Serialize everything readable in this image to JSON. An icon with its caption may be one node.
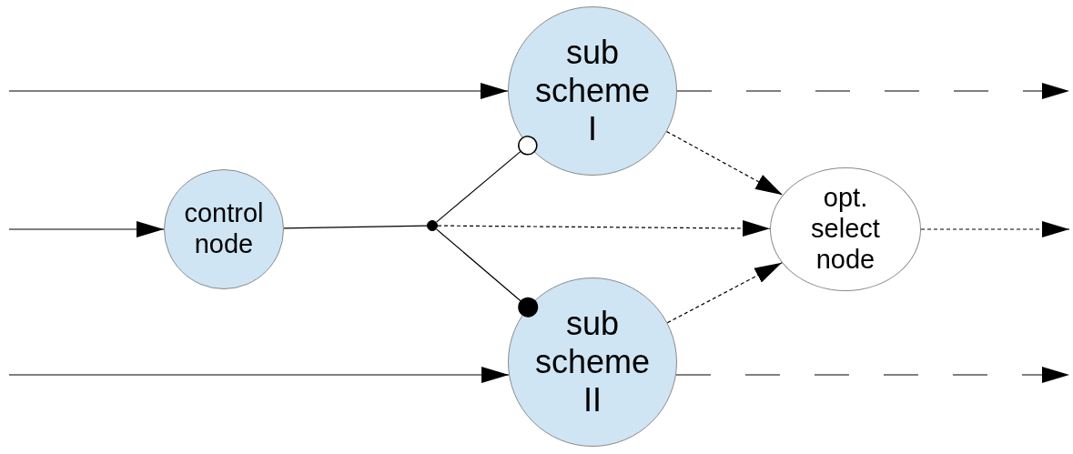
{
  "diagram": {
    "nodes": [
      {
        "text": [
          "sub scheme I"
        ]
      },
      {
        "text": [
          "control node"
        ]
      },
      {
        "text": [],
        "shape": "circle"
      },
      {
        "text": [
          "opt. select node"
        ]
      },
      {
        "text": [
          "sub scheme II"
        ]
      }
    ],
    "edges": [
      {
        "from": null,
        "to": 0,
        "arrow": "to"
      },
      {
        "from": 0,
        "to": null,
        "arrow": "to",
        "style": "dashed"
      },
      {
        "from": null,
        "to": 1,
        "arrow": "to"
      },
      {
        "from": 1,
        "to": 2,
        "arrow": "none"
      },
      {
        "from": 2,
        "to": 0,
        "arrow": "other"
      },
      {
        "from": 2,
        "to": 4,
        "arrow": "other"
      },
      {
        "from": 2,
        "to": 3,
        "arrow": "to",
        "style": "dashed"
      },
      {
        "from": 0,
        "to": 3,
        "arrow": "to",
        "style": "dashed"
      },
      {
        "from": 4,
        "to": 3,
        "arrow": "to",
        "style": "dashed"
      },
      {
        "from": 3,
        "to": null,
        "arrow": "to",
        "style": "dashed"
      },
      {
        "from": null,
        "to": 4,
        "arrow": "to"
      },
      {
        "from": 4,
        "to": null,
        "arrow": "to",
        "style": "dashed"
      }
    ]
  }
}
